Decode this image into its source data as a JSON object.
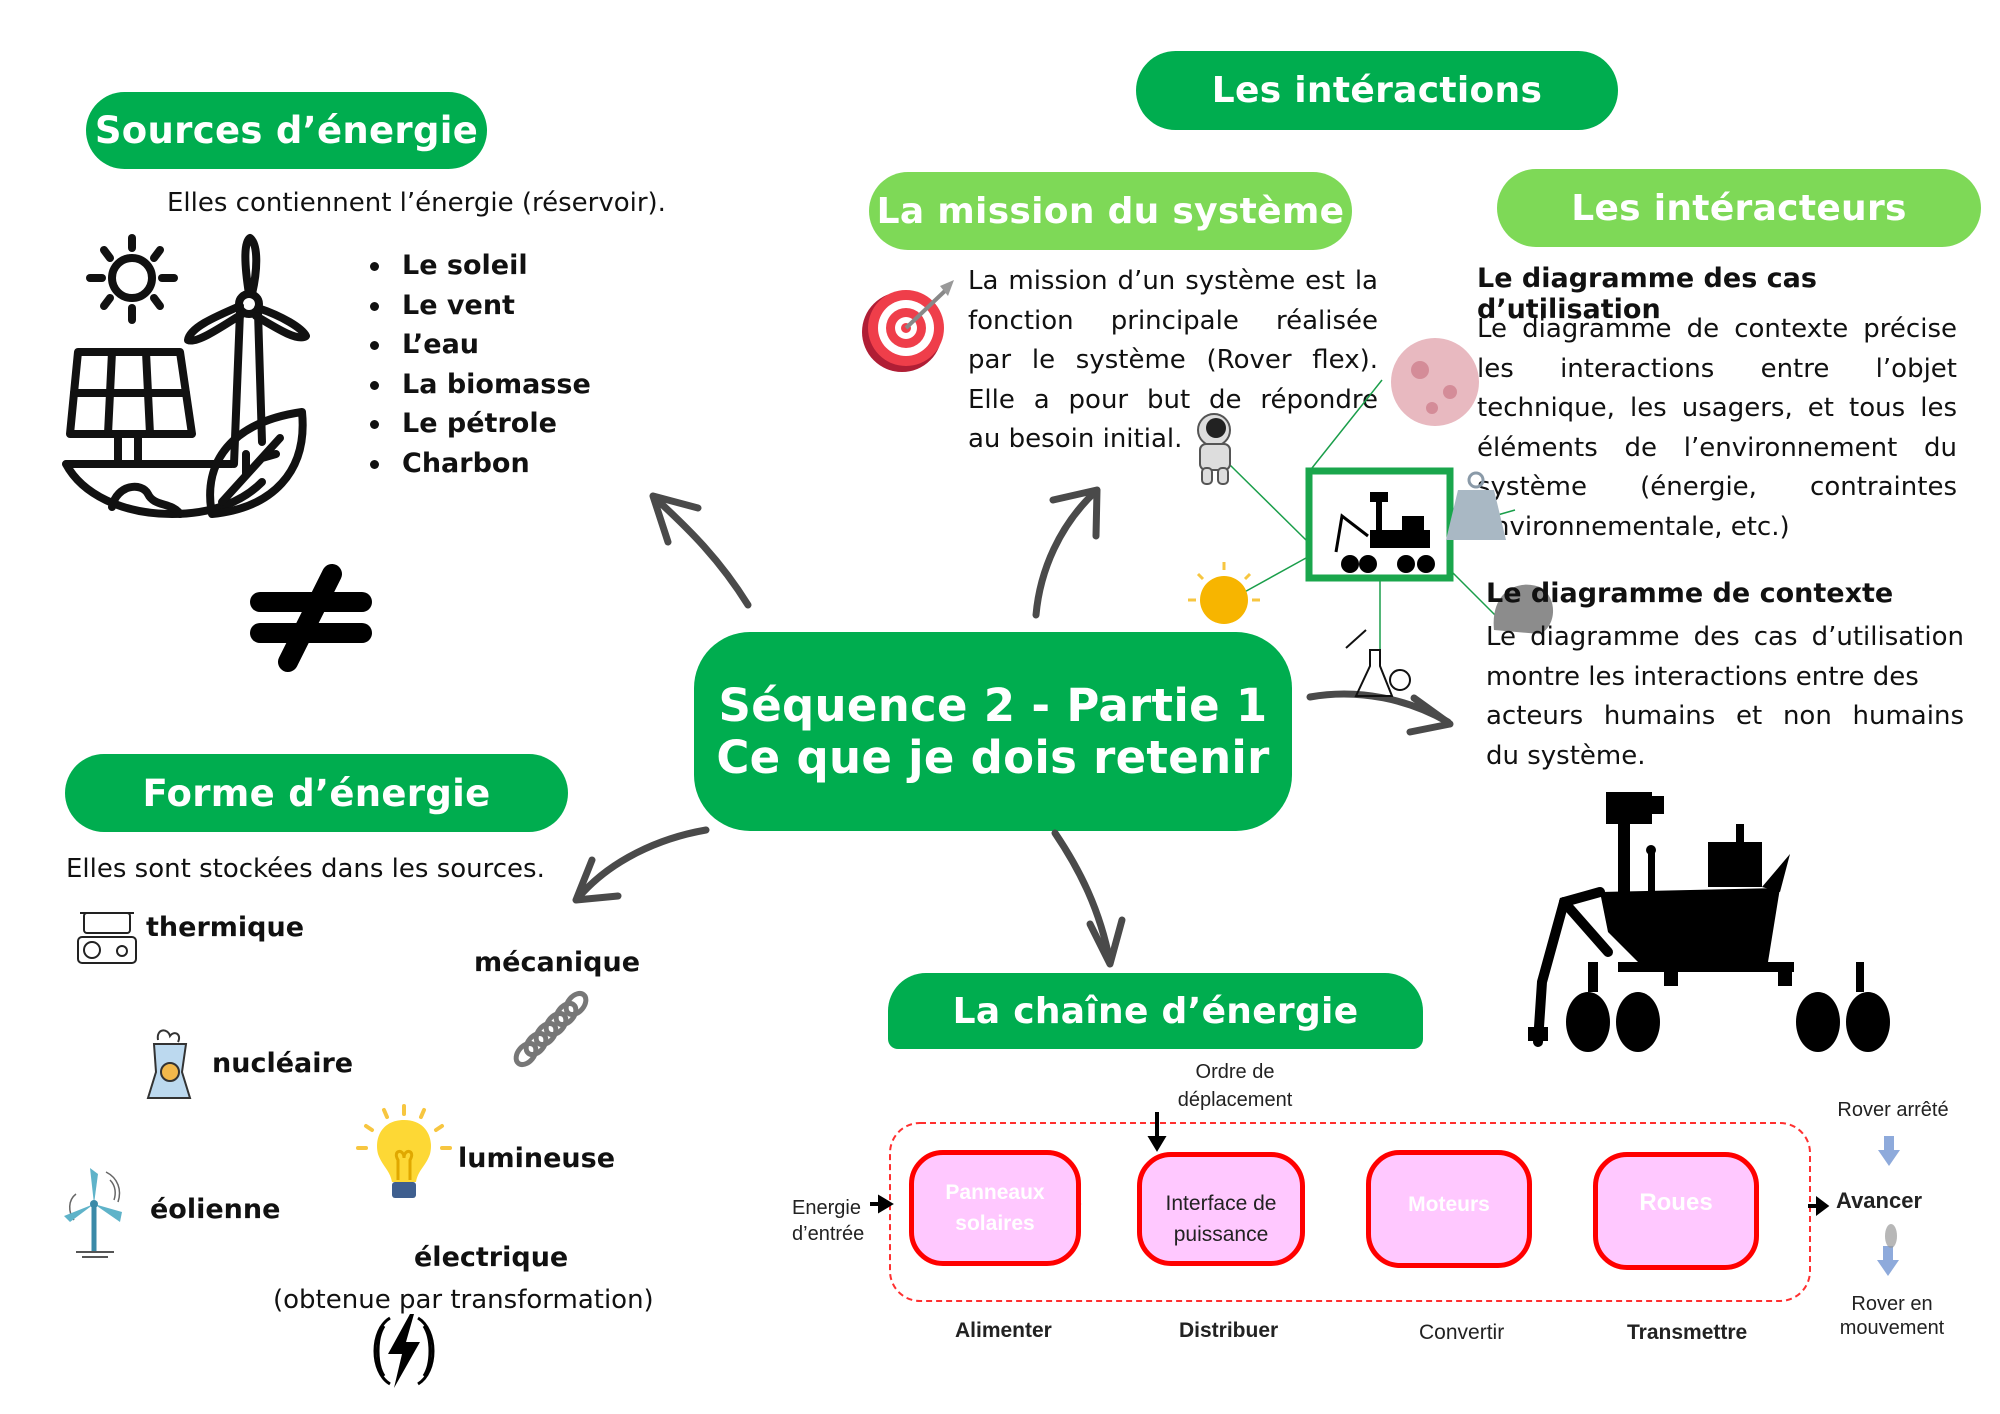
{
  "center": {
    "line1": "Séquence 2 - Partie 1",
    "line2": "Ce que je dois retenir"
  },
  "sources": {
    "title": "Sources d’énergie",
    "intro": "Elles contiennent l’énergie (réservoir).",
    "items": [
      "Le soleil",
      "Le vent",
      "L’eau",
      "La biomasse",
      "Le pétrole",
      "Charbon"
    ],
    "separator_symbol": "≠"
  },
  "forms": {
    "title": "Forme d’énergie",
    "intro": "Elles sont stockées dans les sources.",
    "items": {
      "thermique": "thermique",
      "mecanique": "mécanique",
      "nucleaire": "nucléaire",
      "lumineuse": "lumineuse",
      "eolienne": "éolienne",
      "electrique": "électrique",
      "electrique_note": "(obtenue par transformation)"
    }
  },
  "interactions": {
    "title": "Les intéractions",
    "mission": {
      "title": "La mission du système",
      "lines": [
        "La mission d’un système est la",
        "fonction principale réalisée",
        "par le système (Rover flex).",
        "Elle a pour but de répondre",
        "au besoin initial."
      ]
    },
    "interacteurs": {
      "title": "Les intéracteurs",
      "usecase_heading": "Le diagramme des cas d’utilisation",
      "usecase_lines": [
        "Le diagramme de contexte précise",
        "les interactions entre l’objet",
        "technique, les usagers, et tous les",
        "éléments de l’environnement du",
        "système (énergie, contraintes",
        "environnementale, etc.)"
      ],
      "context_heading": "Le diagramme de contexte",
      "context_lines": [
        "Le diagramme des cas d’utilisation",
        "montre les interactions entre des",
        "acteurs humains et non humains",
        "du système."
      ]
    }
  },
  "energy_chain": {
    "title": "La chaîne d’énergie",
    "input_label": [
      "Energie",
      "d’entrée"
    ],
    "order_label": [
      "Ordre de",
      "déplacement"
    ],
    "blocks": [
      {
        "name": "Panneaux solaires",
        "function": "Alimenter"
      },
      {
        "name": "Interface de puissance",
        "function": "Distribuer"
      },
      {
        "name": "Moteurs",
        "function": "Convertir"
      },
      {
        "name": "Roues",
        "function": "Transmettre"
      }
    ],
    "output": {
      "before": "Rover arrêté",
      "action": "Avancer",
      "after": [
        "Rover en",
        "mouvement"
      ]
    }
  },
  "colors": {
    "dark_green": "#00ad4f",
    "light_green": "#7ed957",
    "chain_block_fill": "#ffc8ff",
    "chain_block_border": "#ff0000",
    "arrow_gray": "#4a4a4a"
  }
}
